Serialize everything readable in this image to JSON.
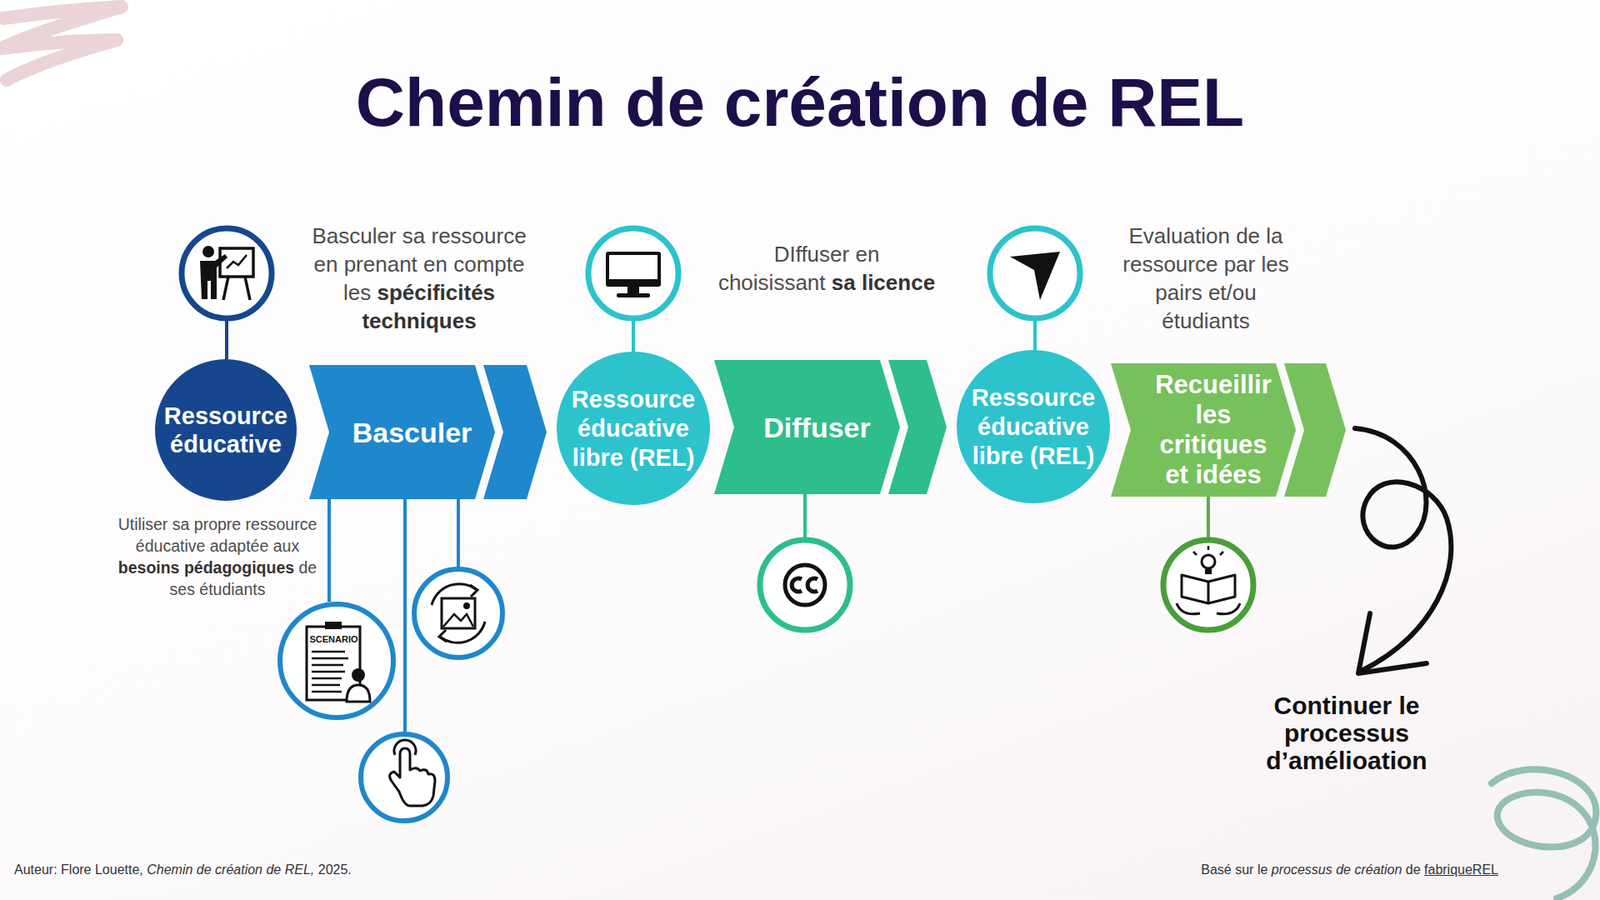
{
  "diagram": {
    "title": "Chemin de création de REL",
    "nodes": [
      {
        "text": [
          "Ressource éducative"
        ]
      },
      {
        "text": [
          "Basculer"
        ]
      },
      {
        "text": [
          "Ressource éducative libre (REL)"
        ]
      },
      {
        "text": [
          "Diffuser"
        ]
      },
      {
        "text": [
          "Ressource éducative libre (REL)"
        ]
      },
      {
        "text": [
          "Recueillir les critiques et idées"
        ]
      }
    ],
    "edges": [
      {
        "from": 1,
        "to": 2,
        "arrow": "to"
      },
      {
        "from": 3,
        "to": 4,
        "arrow": "to"
      }
    ],
    "labels": [
      "Basculer sa ressource en prenant en compte les spécificités techniques",
      "DIffuser en choisissant sa licence",
      "Evaluation de la ressource par les pairs et/ou étudiants",
      "Utiliser sa propre ressource éducative adaptée aux besoins pédagogiques de ses étudiants",
      "SCENARIO",
      "Continuer le processus d’amélioation",
      "Auteur: Flore Louette, Chemin de création de REL, 2025.",
      "Basé sur le processus de création de fabriqueREL"
    ]
  }
}
